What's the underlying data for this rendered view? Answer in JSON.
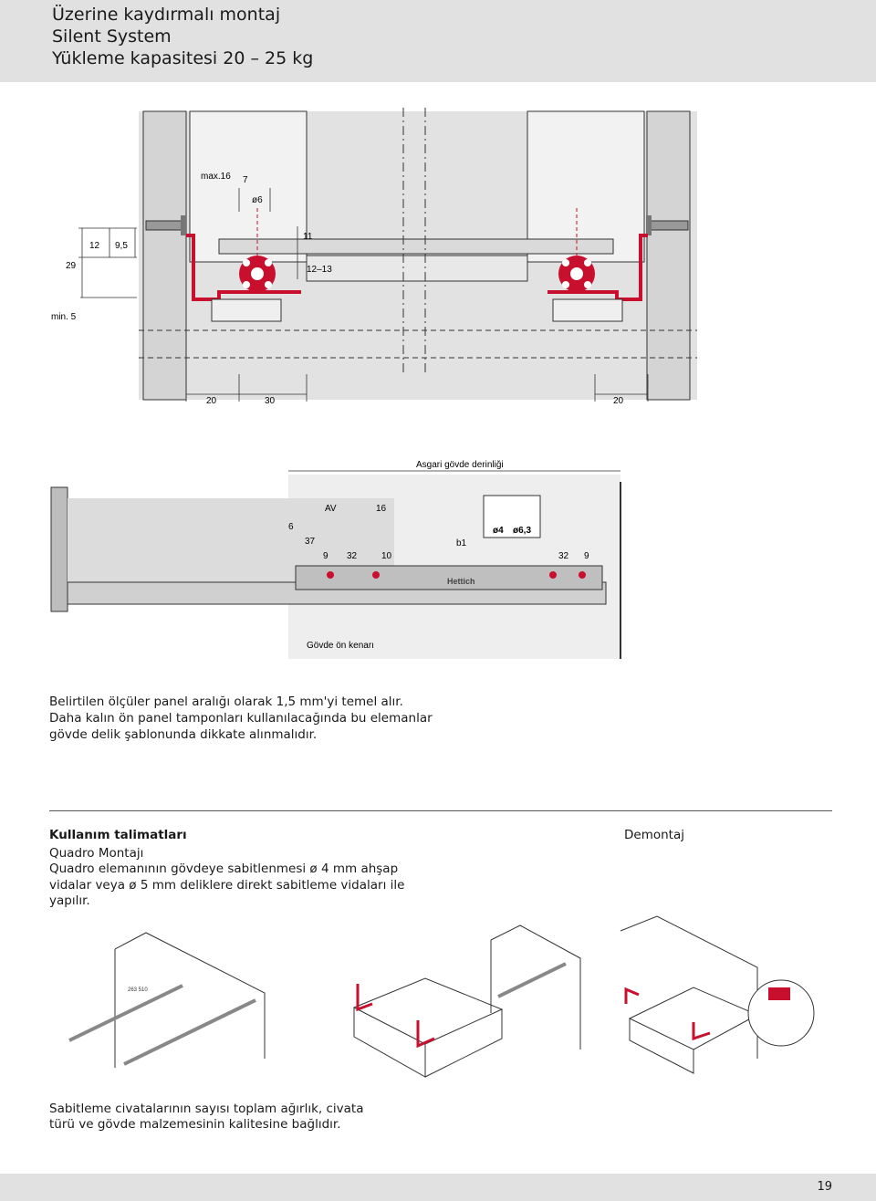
{
  "header": {
    "lines": [
      "Üzerine kaydırmalı montaj",
      "Silent System",
      "Yükleme kapasitesi 20 – 25 kg"
    ]
  },
  "section_drawing": {
    "dims": {
      "max16": "max.16",
      "d7": "7",
      "phi6": "ø6",
      "d11": "11",
      "d12": "12",
      "d95": "9,5",
      "d29": "29",
      "d1213": "12–13",
      "min5": "min. 5",
      "b20_left": "20",
      "b30": "30",
      "b20_right": "20"
    }
  },
  "side_drawing": {
    "asgari": "Asgari gövde derinliği",
    "av": "AV",
    "d16": "16",
    "d6": "6",
    "d37": "37",
    "d9a": "9",
    "d32a": "32",
    "d10": "10",
    "b1": "b1",
    "phi4": "ø4",
    "phi63": "ø6,3",
    "d32b": "32",
    "d9b": "9",
    "govde_on": "Gövde ön kenarı",
    "brand": "Hettich"
  },
  "note": {
    "text": "Belirtilen ölçüler panel aralığı olarak 1,5 mm'yi temel alır. Daha kalın ön panel tamponları kullanılacağında bu elemanlar gövde delik şablonunda dikkate alınmalıdır."
  },
  "usage": {
    "heading": "Kullanım talimatları",
    "sub": "Quadro Montajı",
    "body": "Quadro elemanının gövdeye sabitlenmesi ø 4 mm ahşap vidalar veya ø 5 mm deliklere direkt sabitleme vidaları ile yapılır.",
    "demontaj": "Demontaj"
  },
  "illustrations": {
    "rail_label": "263 510"
  },
  "bottom_note": "Sabitleme civatalarının sayısı toplam ağırlık, civata türü ve gövde malzemesinin kalitesine bağlıdır.",
  "page_number": "19",
  "colors": {
    "accent_red": "#c8102e",
    "panel_grey": "#d9d9d9",
    "header_grey": "#e1e1e1"
  }
}
